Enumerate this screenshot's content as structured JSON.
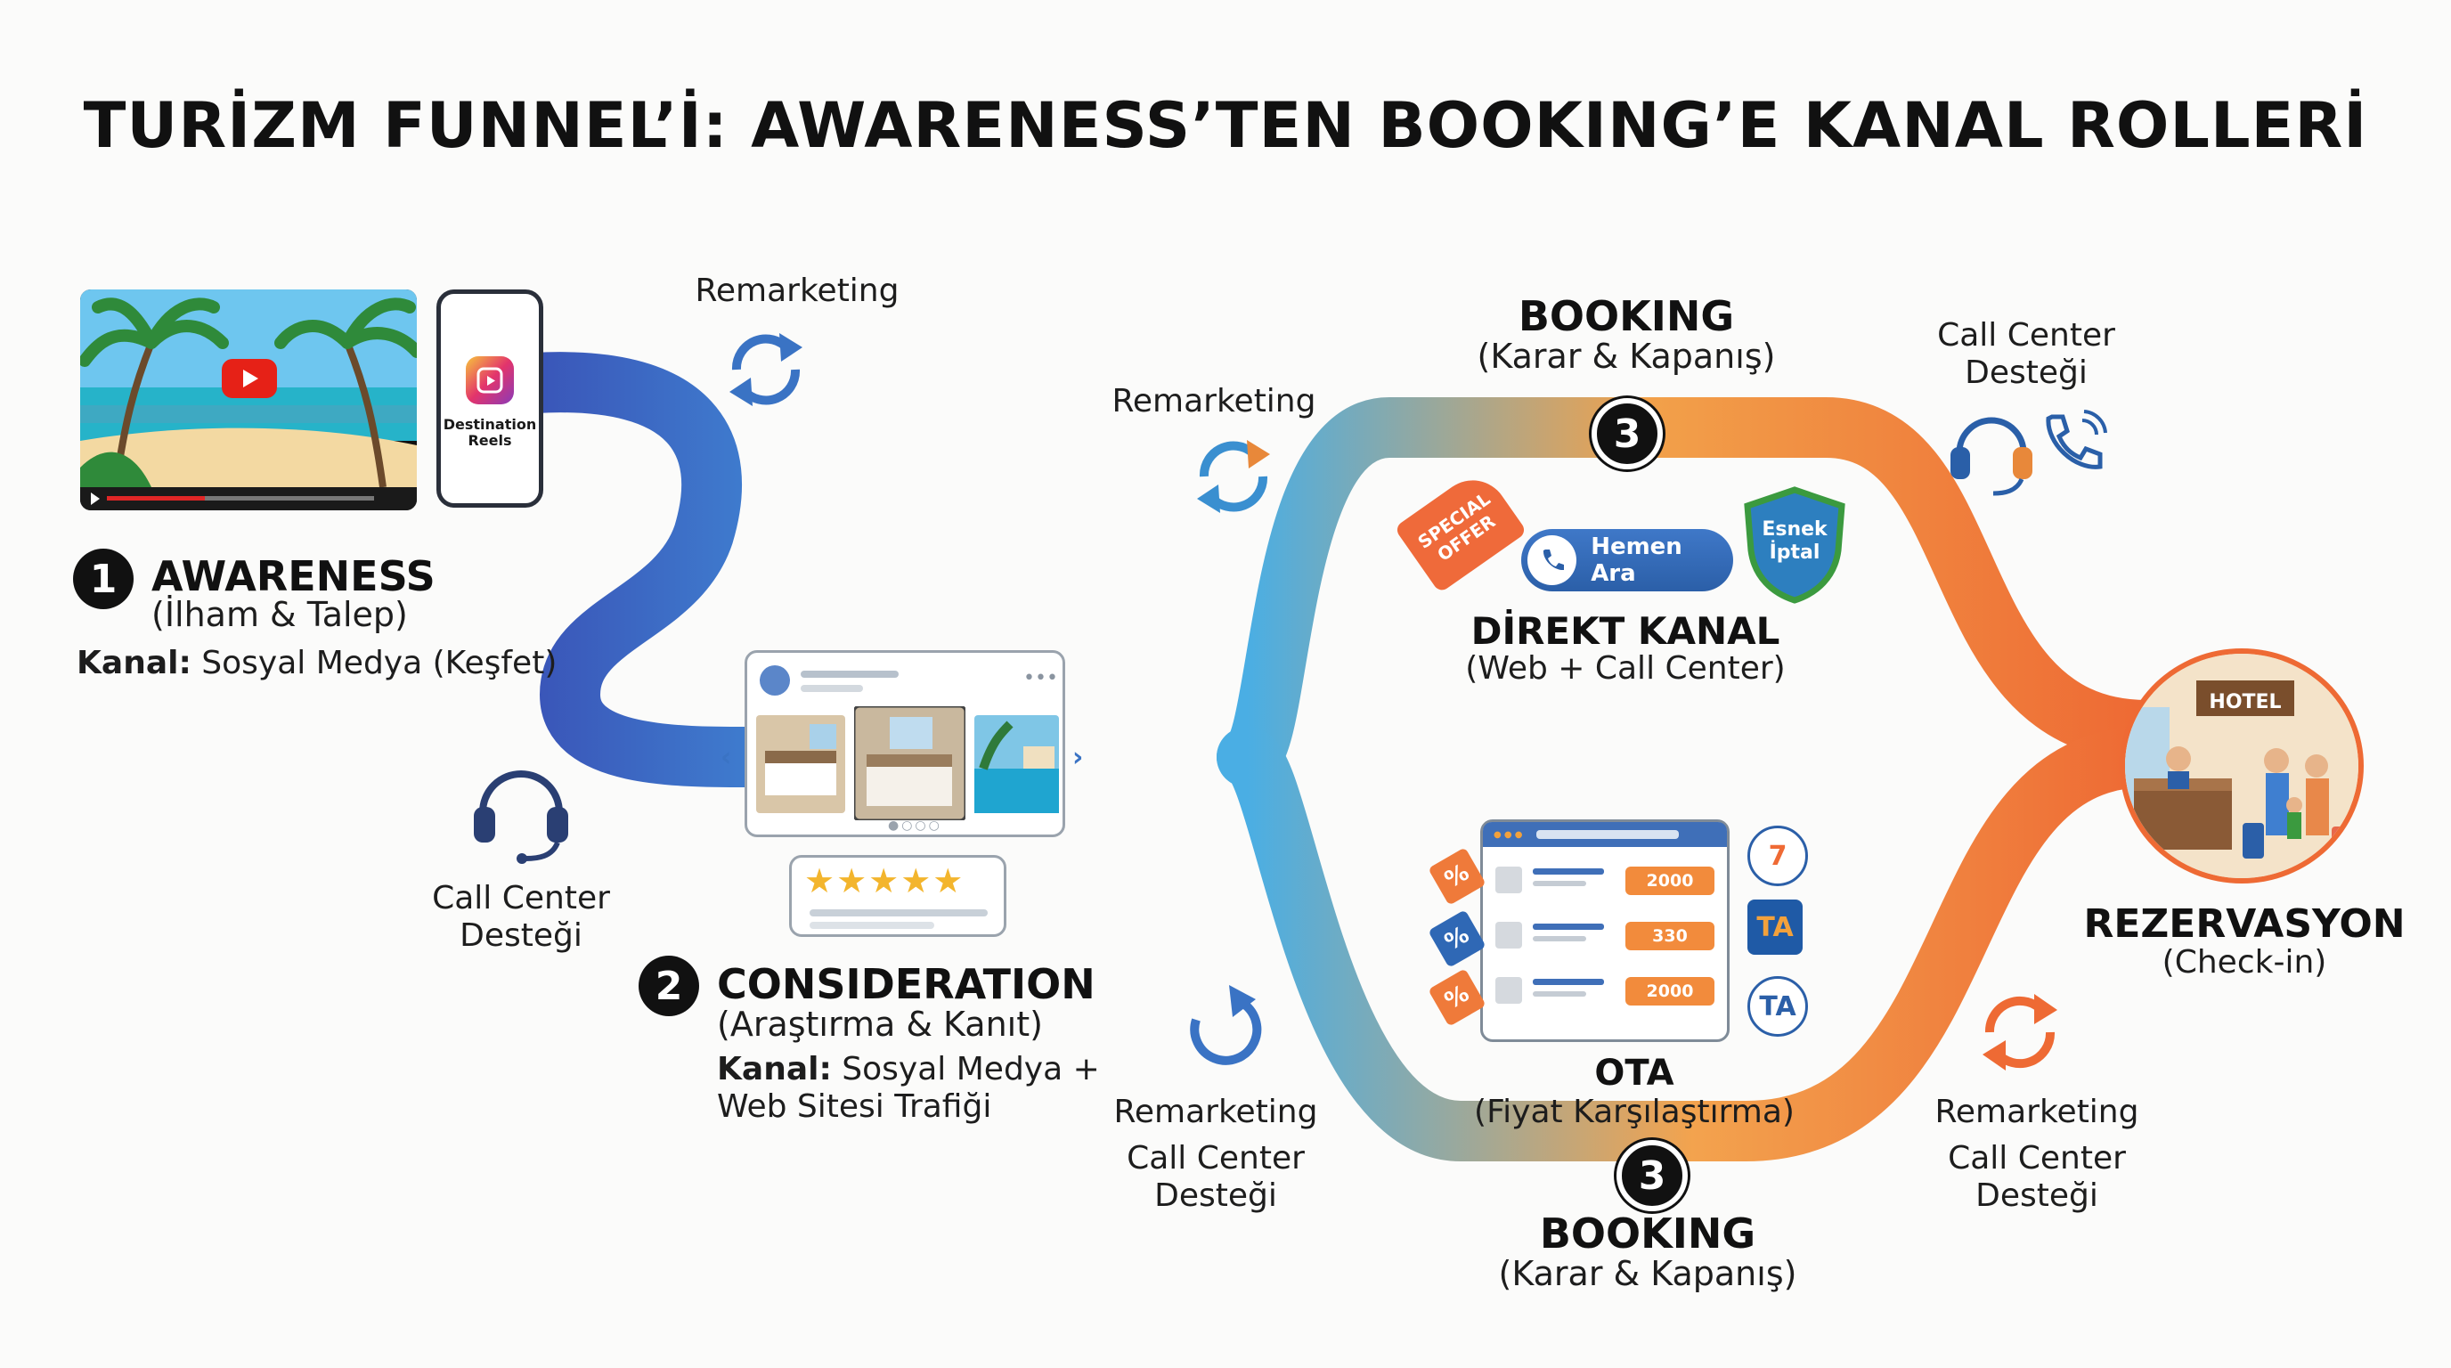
{
  "title": "TURİZM FUNNEL’İ: AWARENESS’TEN BOOKING’E KANAL ROLLERİ",
  "awareness": {
    "number": "1",
    "heading": "AWARENESS",
    "subtitle": "(İlham & Talep)",
    "kanal_prefix": "Kanal:",
    "kanal_text": " Sosyal Medya (Keşfet)",
    "reels_label_1": "Destination",
    "reels_label_2": "Reels"
  },
  "consideration": {
    "number": "2",
    "heading": "CONSIDERATION",
    "subtitle": "(Araştırma & Kanıt)",
    "kanal_prefix": "Kanal:",
    "kanal_text_1": " Sosyal Medya +",
    "kanal_text_2": "Web Sitesi Trafiği"
  },
  "booking_top": {
    "heading": "BOOKING",
    "subtitle": "(Karar & Kapanış)",
    "number": "3"
  },
  "booking_bottom": {
    "heading": "BOOKING",
    "subtitle": "(Karar & Kapanış)",
    "number": "3"
  },
  "direkt": {
    "heading": "DİREKT KANAL",
    "subtitle": "(Web + Call Center)",
    "offer_tag_1": "SPECIAL",
    "offer_tag_2": "OFFER",
    "call_button": "Hemen Ara",
    "shield_1": "Esnek",
    "shield_2": "İptal"
  },
  "ota": {
    "heading": "OTA",
    "subtitle": "(Fiyat Karşılaştırma)",
    "prices": [
      "2000",
      "330",
      "2000"
    ],
    "logos": [
      "7",
      "TA",
      "TA"
    ],
    "percent": "%"
  },
  "rezervasyon": {
    "heading": "REZERVASYON",
    "subtitle": "(Check-in)",
    "hotel_sign": "HOTEL"
  },
  "labels": {
    "remarketing": "Remarketing",
    "call_center_1": "Call Center",
    "call_center_2": "Desteği"
  },
  "colors": {
    "blue_dark": "#3c5fc0",
    "blue_light": "#45a8e2",
    "orange": "#f29a3e",
    "orange_red": "#ee6a34"
  }
}
